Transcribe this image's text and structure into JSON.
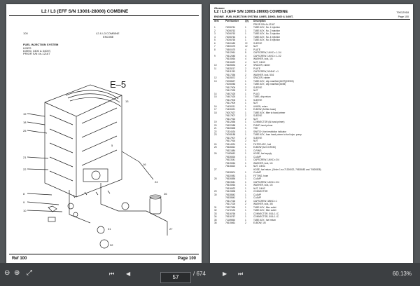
{
  "left_page": {
    "title": "L2 / L3 (EFF S/N 13001-28000) COMBINE",
    "ref_number": "100",
    "section_title": "L2 & L3 COMBINE",
    "section_sub": "ENGINE",
    "fig_title": "FUEL INJECTION SYSTEM",
    "fig_sub1": "LINES",
    "fig_sub2": "D3900, 3400 & 3400T,",
    "fig_sub3": "PRIOR S/N 4h-12167",
    "diagram_code": "E–5",
    "footer_left": "Ref   100",
    "footer_right": "Page   100"
  },
  "right_page": {
    "brand": "Gleaner",
    "title": "L2 / L3 (EFF S/N 13001-28000) COMBINE",
    "code": "79012918",
    "page_label": "Page 100",
    "subtitle": "ENGINE - FUEL INJECTION SYSTEM, LINES, D3900, 3400 & 3400T,",
    "columns": [
      "Item",
      "Part Number",
      "Qty",
      "Description"
    ],
    "prior": "PRIOR S/N 4h-12167",
    "parts": [
      [
        "1",
        "74006761",
        "1",
        "TUBE ASY., No. 1 injection"
      ],
      [
        "2",
        "74006762",
        "1",
        "TUBE ASY., No. 2 injection"
      ],
      [
        "3",
        "74006763",
        "1",
        "TUBE ASY., No. 3 injection"
      ],
      [
        "4",
        "74006764",
        "1",
        "TUBE ASY., No. 4 injection"
      ],
      [
        "5",
        "74006765",
        "1",
        "TUBE ASY., No. 5 injection"
      ],
      [
        "6",
        "74500489",
        "12",
        "SLEEVE"
      ],
      [
        "7",
        "74500475",
        "12",
        "NUT"
      ],
      [
        "8",
        "74500475",
        "4",
        "PLATE"
      ],
      [
        "",
        "70612961",
        "5",
        "CAPSCREW, 1/4NC x 1-1/4"
      ],
      [
        "9",
        "70612548",
        "4",
        "CAPSCREW, 1/4NC x 1-1/2"
      ],
      [
        "",
        "70615064",
        "4",
        "WASHER, lock, 1/4"
      ],
      [
        "",
        "70616622",
        "4",
        "NUT, 1/4NC"
      ],
      [
        "10",
        "74635534",
        "2",
        "SPACER, rubber"
      ],
      [
        "11",
        "74525217",
        "2",
        "PLATE"
      ],
      [
        "",
        "70611333",
        "2",
        "CAPSCREW, 5/16NC x 1"
      ],
      [
        "",
        "70617356",
        "2",
        "WASHER, lock, 5/16"
      ],
      [
        "12",
        "74635572",
        "2",
        "SPACER, rubber"
      ],
      [
        "13",
        "74008627",
        "1",
        "TUBE ASY., drip manifold (6497)(D3900)"
      ],
      [
        "",
        "74006948",
        "1",
        "TUBE ASY., drip manifold (6498)"
      ],
      [
        "",
        "70617906",
        "2",
        "SLEEVE"
      ],
      [
        "",
        "70617928",
        "2",
        "NUT"
      ],
      [
        "14",
        "74407425",
        "1",
        "PLUG"
      ],
      [
        "15",
        "74407425",
        "1",
        "TUBE, drip return"
      ],
      [
        "",
        "70617906",
        "1",
        "SLEEVE"
      ],
      [
        "",
        "70617909",
        "1",
        "NUT"
      ],
      [
        "16",
        "74426311",
        "1",
        "UNION, return"
      ],
      [
        "17",
        "74426321",
        "1",
        "ELBOW (At filter base)"
      ],
      [
        "18",
        "74007627",
        "1",
        "TUBE ASY., filter to hand primer"
      ],
      [
        "",
        "70617907",
        "2",
        "SLEEVE"
      ],
      [
        "",
        "70617916",
        "2",
        "NUT"
      ],
      [
        "19",
        "70612656",
        "1",
        "CONNECTOR (At hand primer)"
      ],
      [
        "20",
        "70622088",
        "1",
        "PUMP, hand primer"
      ],
      [
        "21",
        "70620828",
        "1",
        "TEE"
      ],
      [
        "22",
        "71324434",
        "1",
        "SWITCH, fuel restriction indicator"
      ],
      [
        "23",
        "74008188",
        "1",
        "TUBE ASY., from hand primer to fuel injec. pump"
      ],
      [
        "",
        "70617907",
        "2",
        "SLEEVE"
      ],
      [
        "",
        "70617916",
        "2",
        "NUT"
      ],
      [
        "24",
        "70614931",
        "1",
        "FILTER ASY., fuel"
      ],
      [
        "25",
        "70626812",
        "1",
        "ELBOW (fuel O-RING)"
      ],
      [
        "",
        "70621884",
        "1",
        "O-RING"
      ],
      [
        "26",
        "71183483",
        "1",
        "HOSE, fuel supply"
      ],
      [
        "",
        "70626816",
        "1",
        "CLAMP"
      ],
      [
        "",
        "70623341",
        "1",
        "CAPSCREW, 1/4NC x 3/4"
      ],
      [
        "",
        "70615064",
        "1",
        "WASHER, lock, 1/4"
      ],
      [
        "",
        "70616622",
        "1",
        "NUT, 1/4NC"
      ],
      [
        "27",
        "",
        "",
        "HOSE, fuel return, (Order 1 ea 71326022, 70628482 and 70620828)"
      ],
      [
        "",
        "70628901",
        "1",
        "CLAMP"
      ],
      [
        "",
        "70620981",
        "1",
        "FITTING, hose"
      ],
      [
        "28",
        "70626856",
        "1",
        "CLAMP"
      ],
      [
        "",
        "70623341",
        "1",
        "CAPSCREW, 1/4NC x 3/4"
      ],
      [
        "",
        "70615064",
        "1",
        "WASHER, lock, 1/4"
      ],
      [
        "",
        "70616622",
        "1",
        "NUT, 1/4NC"
      ],
      [
        "29",
        "70619898",
        "1",
        "CONNECTOR"
      ],
      [
        "30",
        "70628842",
        "1",
        "CLAMP"
      ],
      [
        "",
        "70628842",
        "1",
        "CLAMP"
      ],
      [
        "",
        "70617218",
        "2",
        "CAPSCREW, 3/8NC x 1"
      ],
      [
        "",
        "70617225",
        "2",
        "WASHER, lock, 3/8"
      ],
      [
        "31",
        "70627656",
        "1",
        "TUBE ASY., filter outlet"
      ],
      [
        "32",
        "71172126",
        "1",
        "TUBE ASY., filter outlet"
      ],
      [
        "33",
        "70616766",
        "1",
        "CONNECTOR, 5/16-J.I.C."
      ],
      [
        "34",
        "70616767",
        "1",
        "CONNECTOR, 5/16-J.I.C."
      ],
      [
        "35",
        "71169556",
        "1",
        "TUBE ASY., fuel return"
      ],
      [
        "36",
        "70615661",
        "2",
        "ELBOW, 1/8"
      ]
    ]
  },
  "toolbar": {
    "page_current": "57",
    "page_total": "/ 674",
    "zoom": "60.13%"
  }
}
